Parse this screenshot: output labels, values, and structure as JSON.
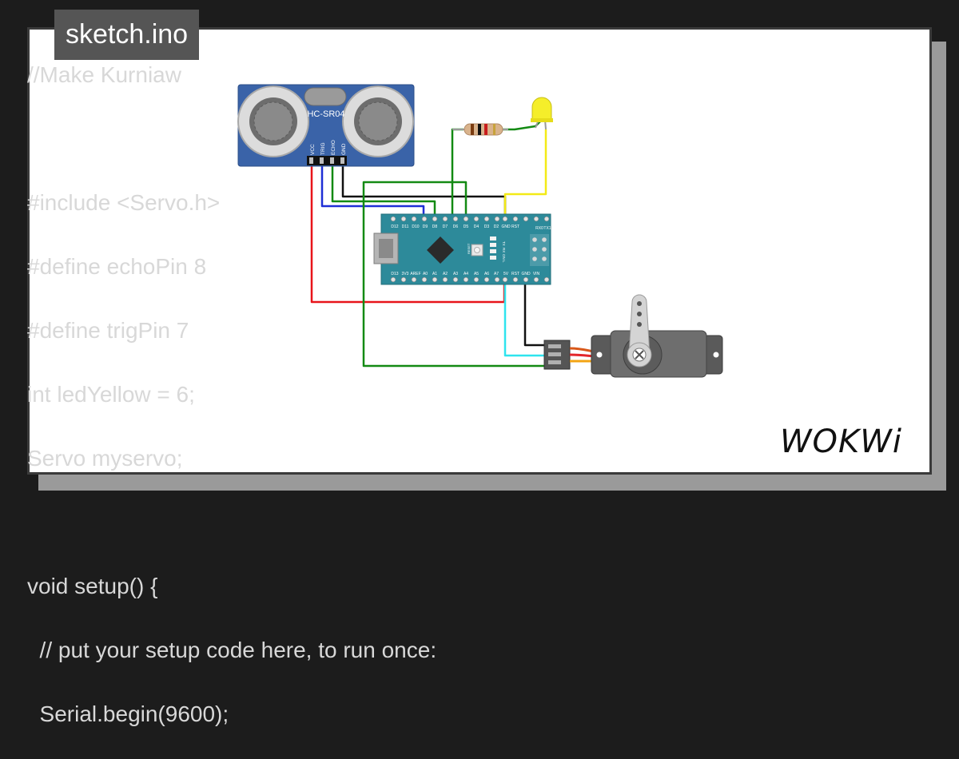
{
  "file_tab": {
    "filename": "sketch.ino"
  },
  "code_lines": [
    "//Make Kurniaw",
    "",
    "#include <Servo.h>",
    "#define echoPin 8",
    "#define trigPin 7",
    "int ledYellow = 6;",
    "Servo myservo;",
    "",
    "void setup() {",
    "  // put your setup code here, to run once:",
    "  Serial.begin(9600);"
  ],
  "sensor": {
    "model": "HC-SR04",
    "pins": [
      "VCC",
      "TRIG",
      "ECHO",
      "GND"
    ]
  },
  "board": {
    "top_pins": [
      "D12",
      "D11",
      "D10",
      "D9",
      "D8",
      "D7",
      "D6",
      "D5",
      "D4",
      "D3",
      "D2",
      "GND",
      "RST",
      "RX0",
      "TX1"
    ],
    "bottom_pins": [
      "D13",
      "3V3",
      "AREF",
      "A0",
      "A1",
      "A2",
      "A3",
      "A4",
      "A5",
      "A6",
      "A7",
      "5V",
      "RST",
      "GND",
      "VIN"
    ],
    "reset_label": "RESET",
    "leds": [
      "TX",
      "RX",
      "ON",
      "L"
    ]
  },
  "brand": {
    "logo": "WOKWi"
  },
  "colors": {
    "wire_red": "#e8141a",
    "wire_blue": "#1f2fd6",
    "wire_green": "#138a13",
    "wire_black": "#111111",
    "wire_yellow": "#f3ea16",
    "wire_cyan": "#2fe4ee",
    "board_teal": "#2d8a9a",
    "sensor_blue": "#3a63a8"
  }
}
